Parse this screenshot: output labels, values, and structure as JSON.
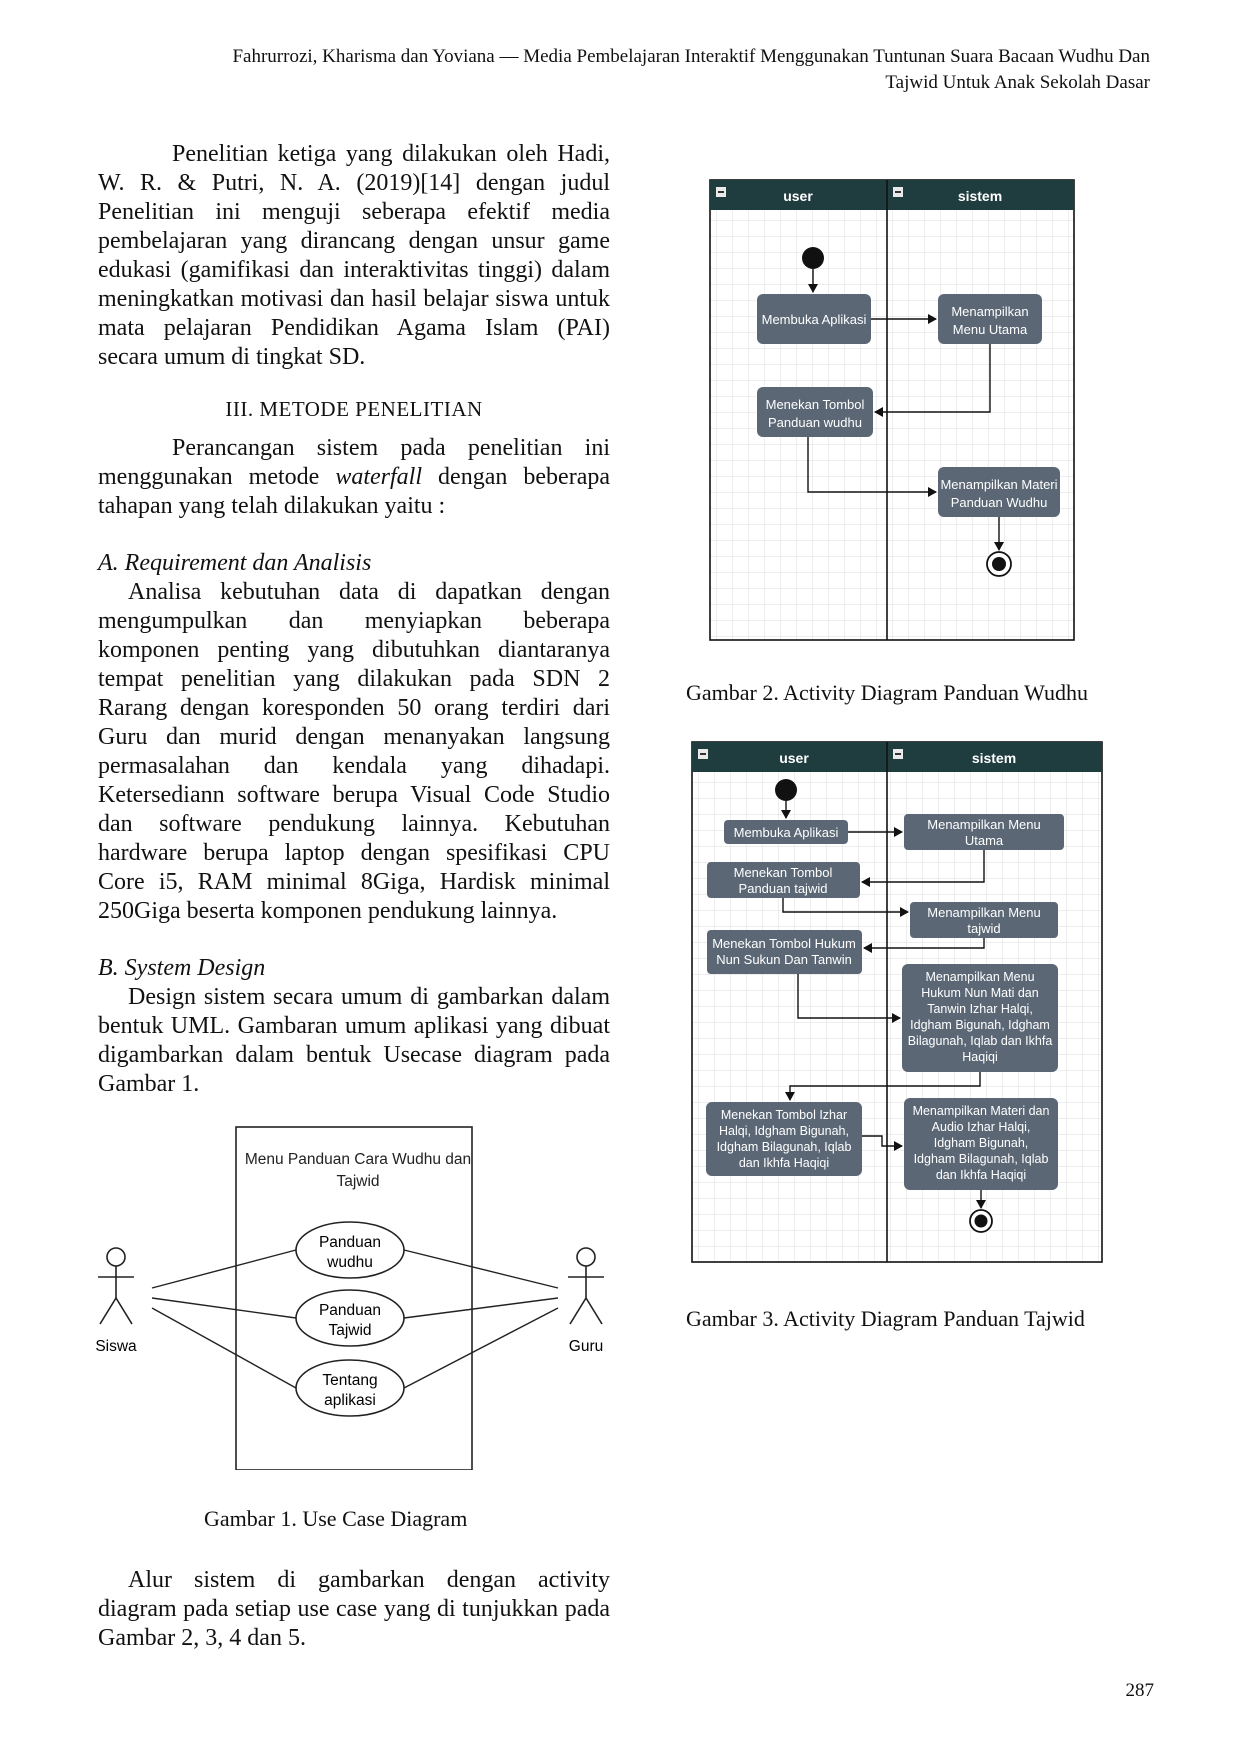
{
  "header": {
    "line1": "Fahrurrozi, Kharisma dan Yoviana — Media Pembelajaran Interaktif Menggunakan Tuntunan Suara Bacaan Wudhu Dan",
    "line2": "Tajwid Untuk Anak Sekolah Dasar"
  },
  "body": {
    "p1": "Penelitian ketiga yang dilakukan oleh Hadi, W. R. & Putri, N. A. (2019)[14] dengan judul Penelitian ini menguji seberapa efektif media pembelajaran yang dirancang dengan unsur game edukasi (gamifikasi dan interaktivitas tinggi) dalam meningkatkan motivasi dan hasil belajar siswa untuk mata pelajaran Pendidikan Agama Islam (PAI) secara umum di tingkat SD.",
    "section3": "III.  METODE PENELITIAN",
    "p2_a": "Perancangan sistem pada penelitian ini menggunakan metode ",
    "p2_em": "waterfall",
    "p2_b": " dengan beberapa tahapan yang telah dilakukan yaitu :",
    "subA": "A. Requirement dan Analisis",
    "pA": "Analisa kebutuhan data di dapatkan dengan mengumpulkan dan menyiapkan beberapa komponen penting yang dibutuhkan diantaranya tempat penelitian yang dilakukan pada SDN 2 Rarang dengan koresponden 50 orang terdiri dari Guru dan murid dengan menanyakan langsung permasalahan dan kendala yang dihadapi. Ketersediann software berupa Visual Code Studio dan software pendukung lainnya. Kebutuhan hardware berupa laptop dengan spesifikasi CPU Core i5, RAM minimal 8Giga, Hardisk minimal 250Giga beserta komponen pendukung lainnya.",
    "subB": "B. System Design",
    "pB": "Design sistem secara umum di gambarkan dalam bentuk UML. Gambaran umum aplikasi yang dibuat digambarkan dalam bentuk Usecase diagram pada Gambar 1.",
    "pC": "Alur sistem di gambarkan dengan activity diagram pada setiap use case yang di tunjukkan pada Gambar 2, 3, 4 dan 5."
  },
  "usecase": {
    "system_title_1": "Menu Panduan Cara Wudhu dan",
    "system_title_2": "Tajwid",
    "uc1_1": "Panduan",
    "uc1_2": "wudhu",
    "uc2_1": "Panduan",
    "uc2_2": "Tajwid",
    "uc3_1": "Tentang",
    "uc3_2": "aplikasi",
    "actor_left": "Siswa",
    "actor_right": "Guru"
  },
  "fig2": {
    "lane_user": "user",
    "lane_sistem": "sistem",
    "a1": "Membuka Aplikasi",
    "s1_1": "Menampilkan",
    "s1_2": "Menu Utama",
    "a2_1": "Menekan Tombol",
    "a2_2": "Panduan wudhu",
    "s2_1": "Menampilkan Materi",
    "s2_2": "Panduan Wudhu"
  },
  "fig3": {
    "lane_user": "user",
    "lane_sistem": "sistem",
    "a1": "Membuka Aplikasi",
    "s1_1": "Menampilkan Menu",
    "s1_2": "Utama",
    "a2_1": "Menekan Tombol",
    "a2_2": "Panduan tajwid",
    "s2_1": "Menampilkan Menu",
    "s2_2": "tajwid",
    "a3_1": "Menekan Tombol Hukum",
    "a3_2": "Nun Sukun Dan Tanwin",
    "s3_1": "Menampilkan Menu",
    "s3_2": "Hukum Nun Mati dan",
    "s3_3": "Tanwin Izhar Halqi,",
    "s3_4": "Idgham Bigunah, Idgham",
    "s3_5": "Bilagunah, Iqlab dan Ikhfa",
    "s3_6": "Haqiqi",
    "a4_1": "Menekan Tombol  Izhar",
    "a4_2": "Halqi, Idgham Bigunah,",
    "a4_3": "Idgham Bilagunah, Iqlab",
    "a4_4": "dan Ikhfa Haqiqi",
    "s4_1": "Menampilkan Materi dan",
    "s4_2": "Audio  Izhar Halqi,",
    "s4_3": "Idgham Bigunah,",
    "s4_4": "Idgham Bilagunah, Iqlab",
    "s4_5": "dan Ikhfa Haqiqi"
  },
  "captions": {
    "fig1": "Gambar 1. Use Case Diagram",
    "fig2": "Gambar 2. Activity Diagram Panduan Wudhu",
    "fig3": "Gambar 3. Activity Diagram Panduan Tajwid"
  },
  "page_number": "287",
  "colors": {
    "node_fill": "#5b6775",
    "lane_header": "#1f3d3f",
    "grid": "#d9d9d9"
  }
}
